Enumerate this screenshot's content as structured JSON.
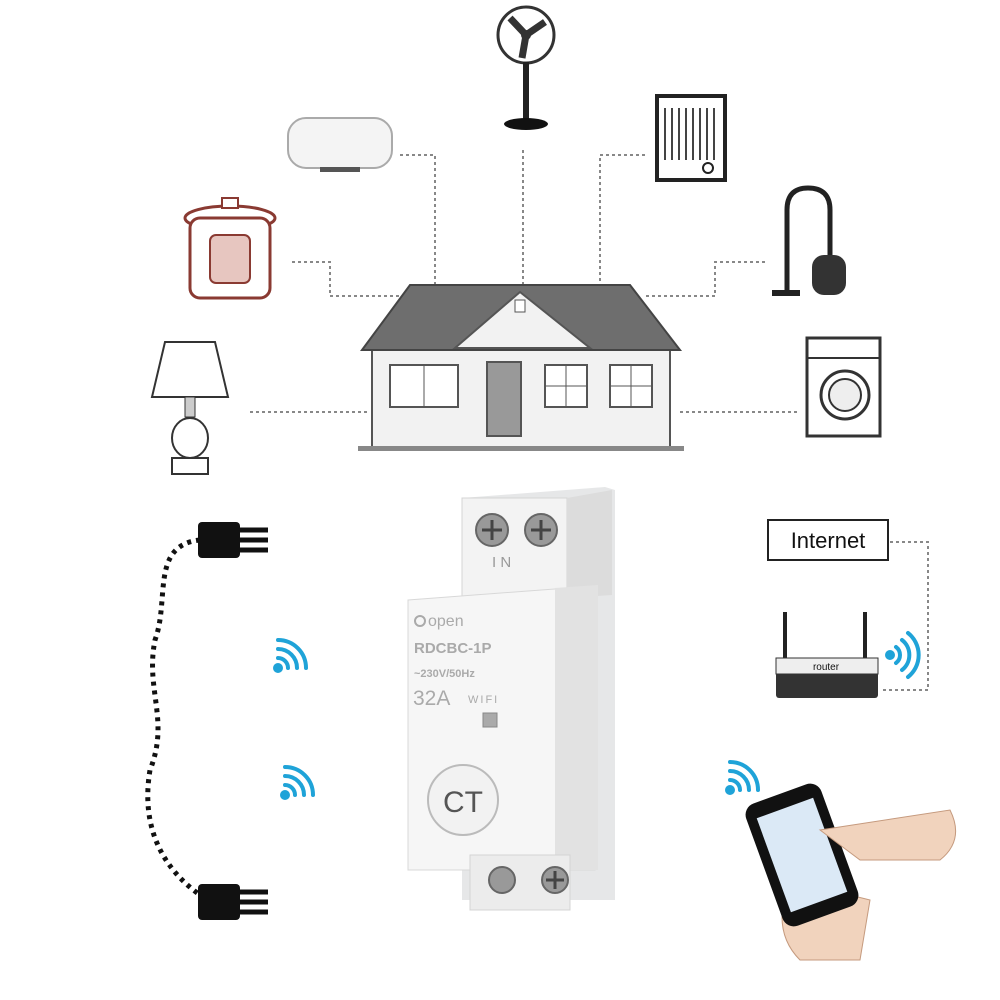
{
  "breaker": {
    "terminal_label": "I N",
    "brand": "open",
    "model": "RDCBC-1P",
    "rating_voltage": "~230V/50Hz",
    "current": "32A",
    "wifi_label": "WIFI",
    "logo": "CT"
  },
  "internet_label": "Internet",
  "router_label": "router",
  "colors": {
    "wifi_blue": "#1fa3d8",
    "line_gray": "#888888",
    "roof": "#6e6e6e"
  },
  "icons": [
    "fan-icon",
    "water-heater-icon",
    "heater-icon",
    "rice-cooker-icon",
    "vacuum-icon",
    "lamp-icon",
    "washing-machine-icon",
    "house-icon",
    "plug-icon",
    "wifi-icon",
    "router-icon",
    "smartphone-icon"
  ]
}
